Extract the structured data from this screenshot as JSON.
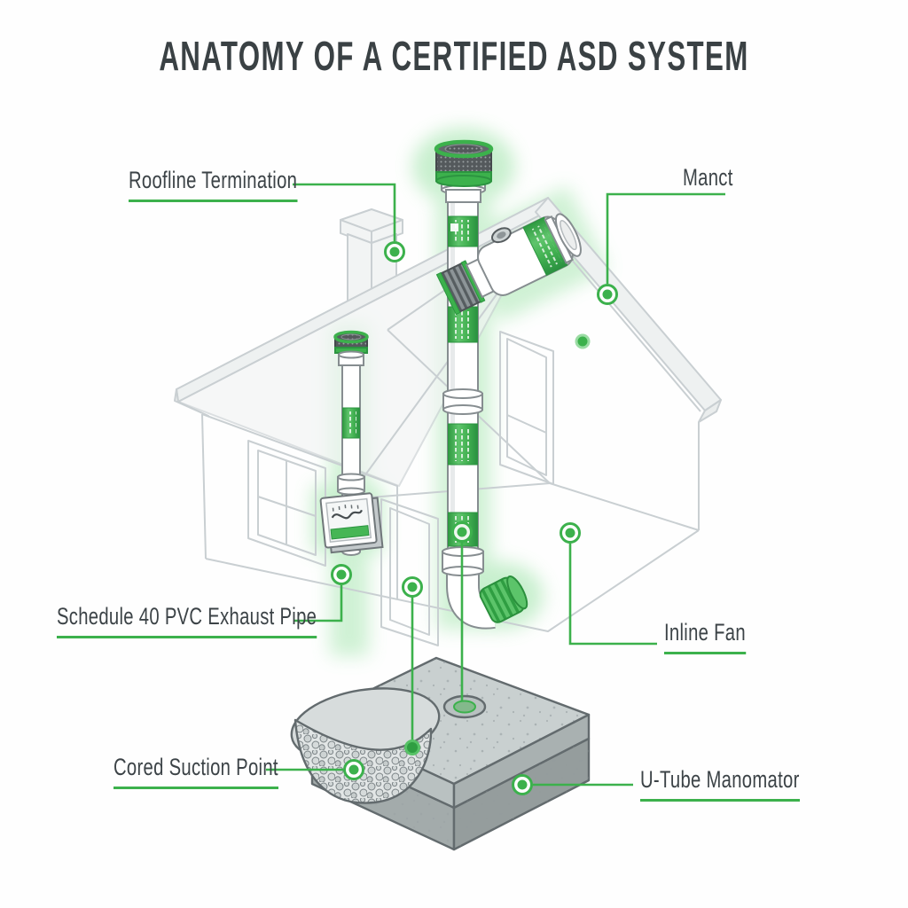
{
  "title": "ANATOMY OF A CERTIFIED ASD SYSTEM",
  "colors": {
    "accent_green": "#3cb14c",
    "band_green_dark": "#2c9440",
    "text": "#3c4347",
    "house_line_art": "#c9cfd2",
    "slab_gray": "#c9d0d0"
  },
  "callouts": {
    "roofline_termination": {
      "label": "Roofline Termination"
    },
    "manometer_note": {
      "label": "Manct"
    },
    "exhaust_pipe": {
      "label": "Schedule 40 PVC Exhaust Pipe"
    },
    "inline_fan": {
      "label": "Inline Fan"
    },
    "cored_suction_point": {
      "label": "Cored Suction Point"
    },
    "u_tube_manometer": {
      "label": "U-Tube Manomator"
    }
  }
}
